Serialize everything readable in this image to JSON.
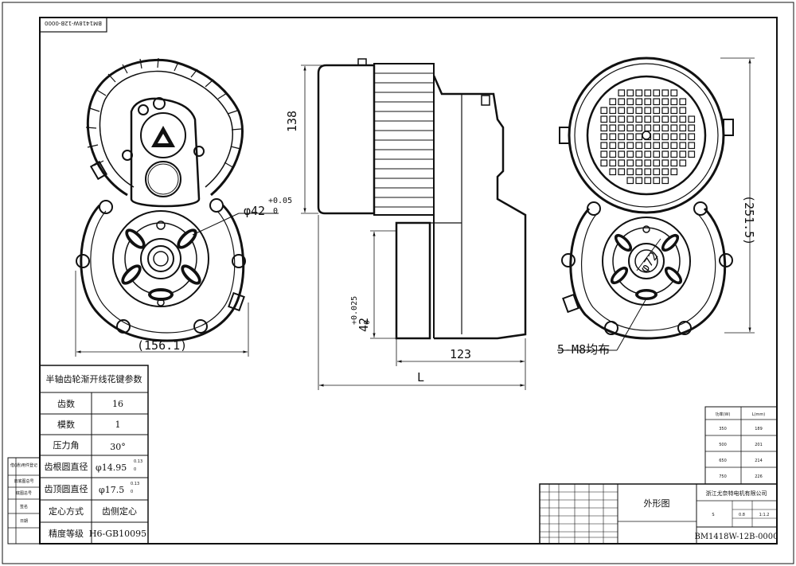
{
  "frame_code": "BM1418W-12B-0000",
  "dimensions": {
    "width": "(156.1)",
    "diameter_label": "φ42",
    "diameter_tol_upper": "+0.05",
    "diameter_tol_lower": "0",
    "height_138": "138",
    "shaft_label": "42",
    "shaft_tol_upper": "+0.025",
    "shaft_tol_lower": "0",
    "length_123": "123",
    "length_L": "L",
    "height_251": "(251.5)",
    "bolt_circle": "φ72",
    "mounting_holes": "5-M8均布"
  },
  "spline_table": {
    "title": "半轴齿轮渐开线花键参数",
    "rows": [
      {
        "label": "齿数",
        "value": "16"
      },
      {
        "label": "模数",
        "value": "1"
      },
      {
        "label": "压力角",
        "value": "30°"
      },
      {
        "label": "齿根圆直径",
        "value": "φ14.95",
        "tol_upper": "0.13",
        "tol_lower": "0"
      },
      {
        "label": "齿顶圆直径",
        "value": "φ17.5",
        "tol_upper": "0.13",
        "tol_lower": "0"
      },
      {
        "label": "定心方式",
        "value": "齿侧定心"
      },
      {
        "label": "精度等级",
        "value": "H6-GB10095"
      }
    ]
  },
  "power_table": {
    "headers": [
      "功率(W)",
      "L(mm)"
    ],
    "rows": [
      [
        "350",
        "189"
      ],
      [
        "500",
        "201"
      ],
      [
        "650",
        "214"
      ],
      [
        "750",
        "226"
      ]
    ]
  },
  "title_block": {
    "drawing_name": "外形图",
    "company": "浙江尤奈特电机有限公司",
    "drawing_number": "BM1418W-12B-0000",
    "scale": "1:1.2",
    "stage": "S",
    "weight": "0.8"
  },
  "side_stamp": [
    "借(通)用件登记",
    "旧底图总号",
    "底图总号",
    "签名",
    "日期"
  ]
}
